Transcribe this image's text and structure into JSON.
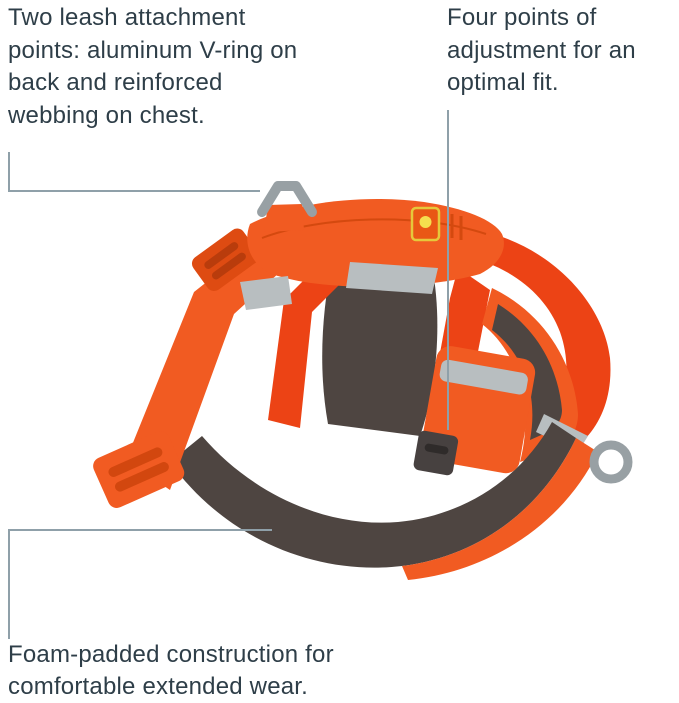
{
  "annotations": {
    "leash_points": {
      "text": "Two leash attachment points: aluminum V-ring on back and reinforced webbing on chest."
    },
    "adjustment": {
      "text": "Four points of adjustment for an optimal fit."
    },
    "foam": {
      "text": "Foam-padded construction for comfortable extended wear."
    }
  },
  "figure": {
    "subject": "orange dog harness with padded chest and belly panels",
    "parts": [
      "v-ring",
      "back-saddle",
      "brand-tag",
      "left-strap",
      "buckle",
      "strap-slider",
      "chest-pad",
      "chest-strap",
      "adjustment-pocket",
      "right-strap",
      "handle-pad",
      "belly-pad",
      "belly-strap",
      "side-ring"
    ]
  },
  "colors": {
    "orange": "#F15B22",
    "orangeDark": "#D2470F",
    "redOrange": "#EC4315",
    "padDark": "#4E4541",
    "trimGray": "#B8BEC0",
    "ringGray": "#98A0A4",
    "text": "#2E3E48",
    "line": "#8FA0A9",
    "background": "#FFFFFF"
  }
}
